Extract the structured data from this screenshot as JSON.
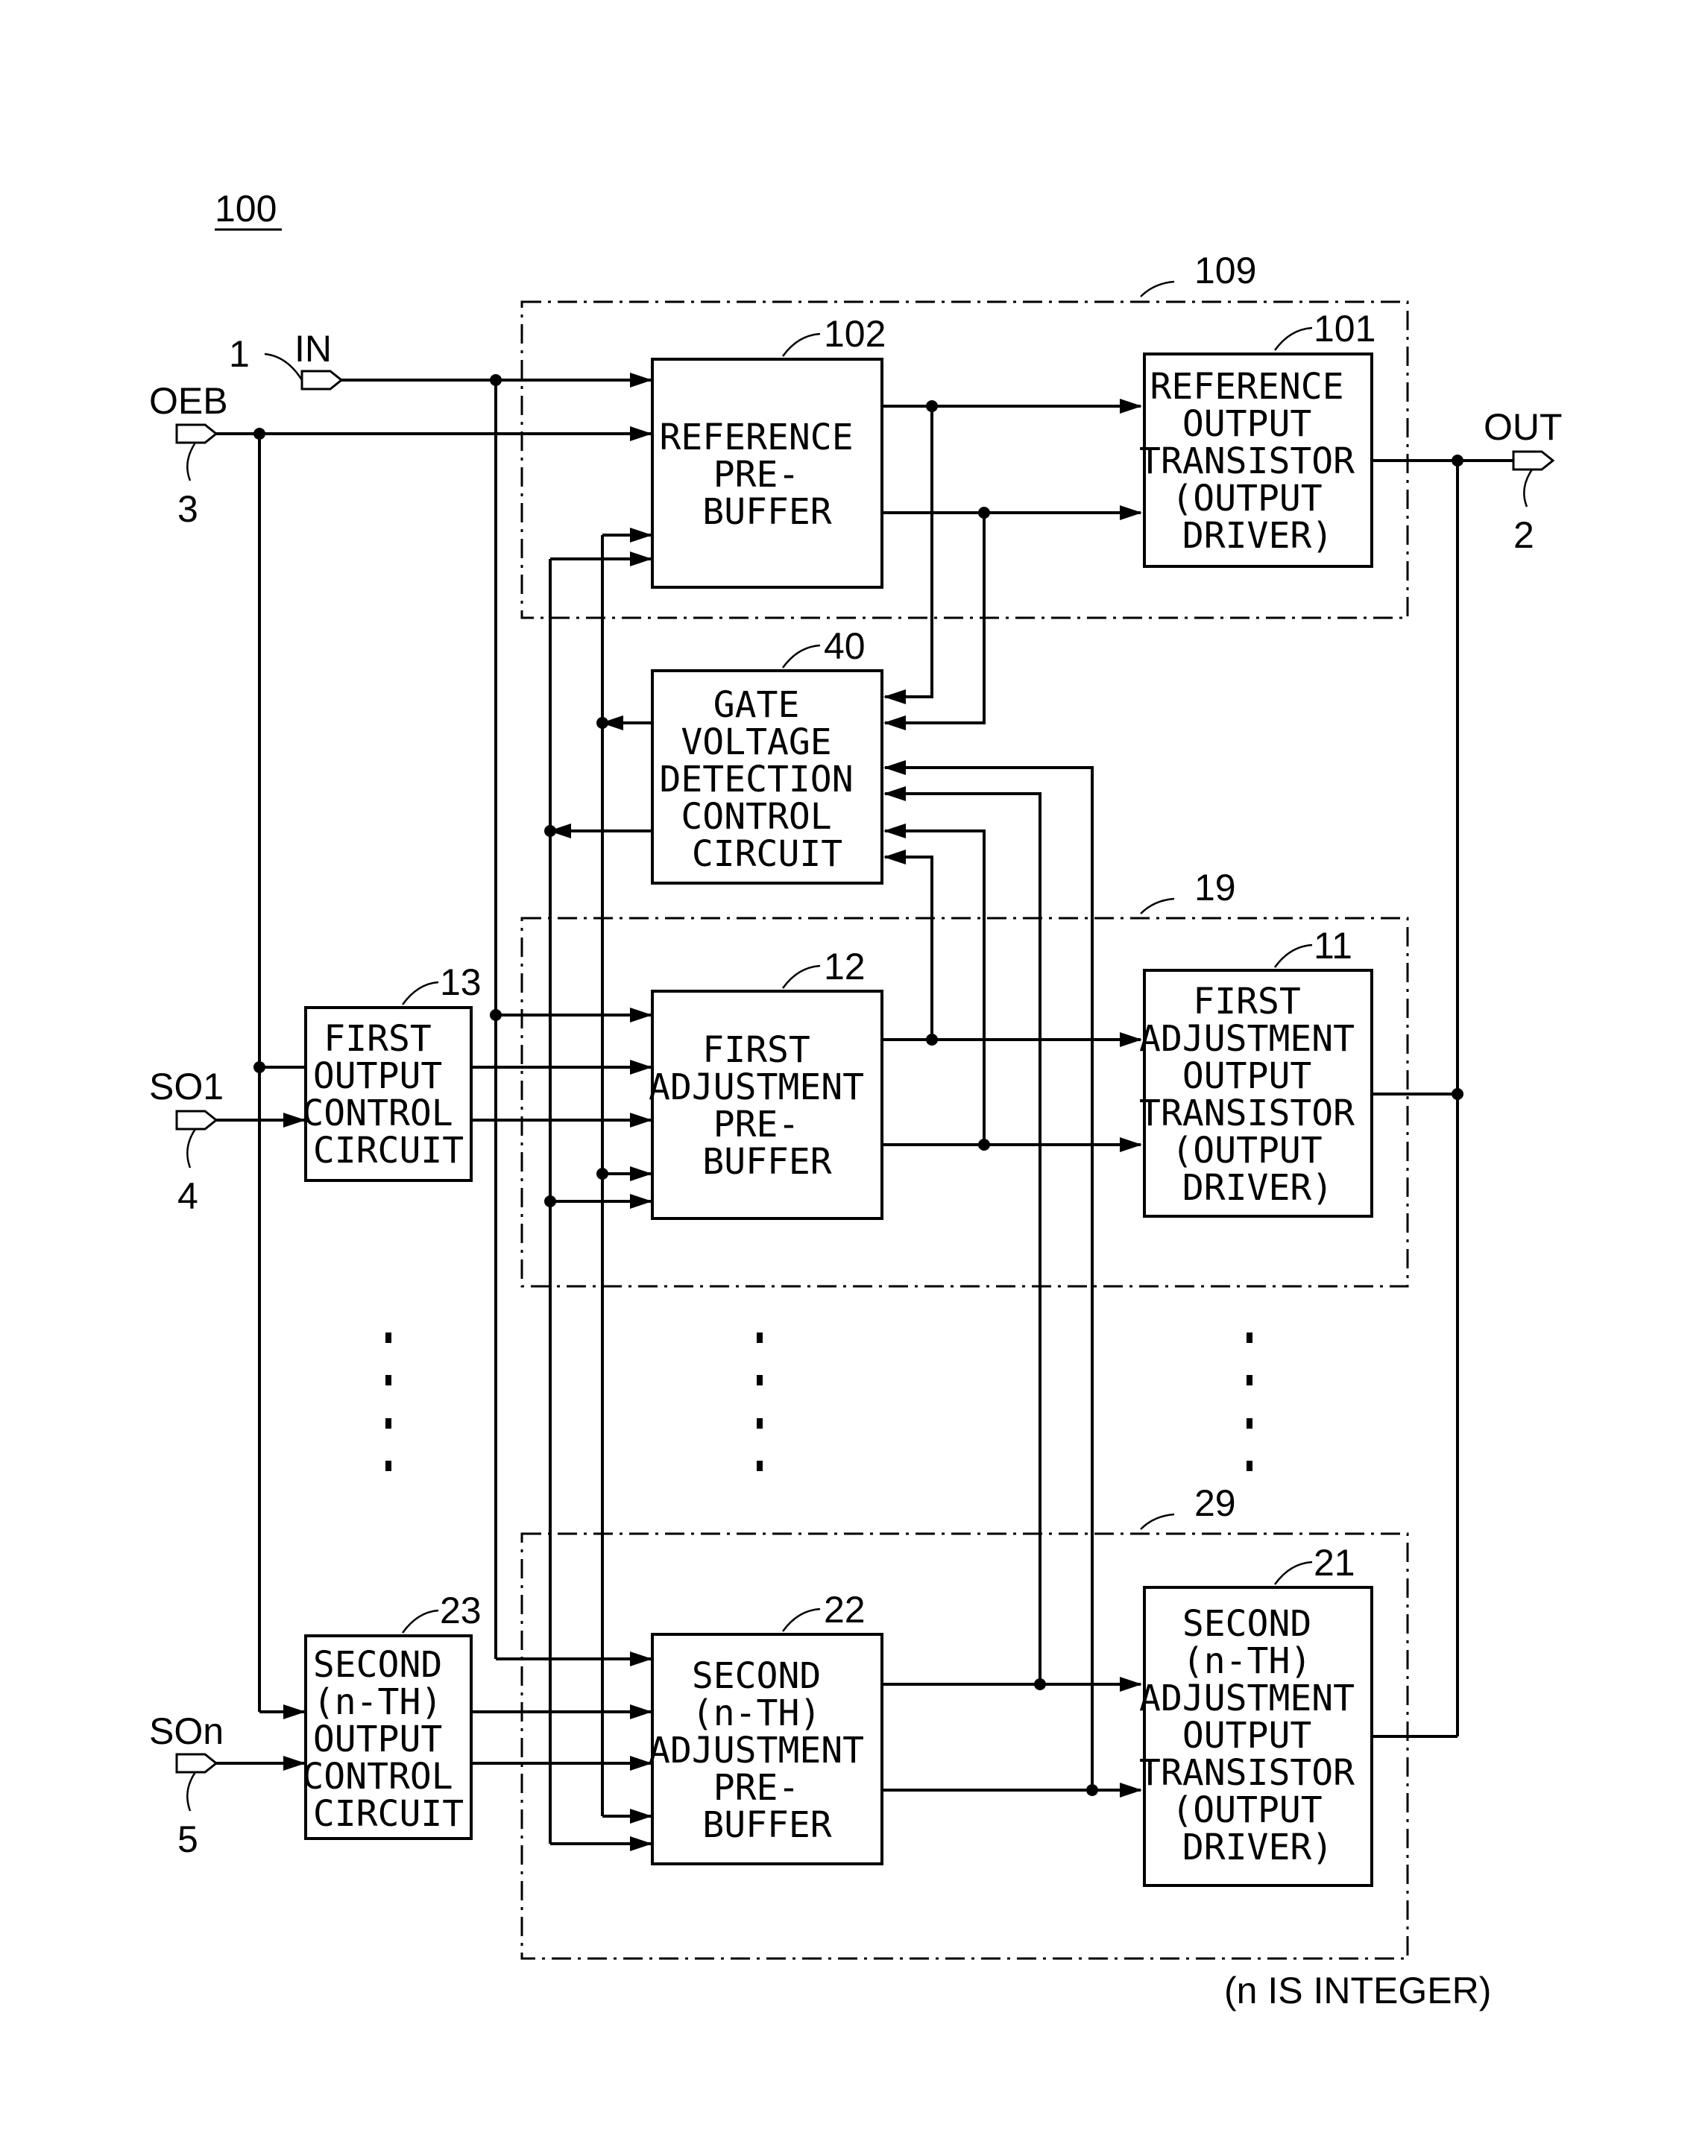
{
  "figure_ref": "100",
  "note": "(n IS INTEGER)",
  "groups": {
    "ref_group": "109",
    "first_group": "19",
    "nth_group": "29"
  },
  "blocks": {
    "ref_output_transistor": {
      "ref": "101",
      "lines": [
        "REFERENCE",
        "OUTPUT",
        "TRANSISTOR",
        "(OUTPUT",
        "DRIVER)"
      ]
    },
    "ref_pre_buffer": {
      "ref": "102",
      "lines": [
        "REFERENCE",
        "PRE-",
        "BUFFER"
      ]
    },
    "gate_voltage_detection": {
      "ref": "40",
      "lines": [
        "GATE",
        "VOLTAGE",
        "DETECTION",
        "CONTROL",
        "CIRCUIT"
      ]
    },
    "first_output_control": {
      "ref": "13",
      "lines": [
        "FIRST",
        "OUTPUT",
        "CONTROL",
        "CIRCUIT"
      ]
    },
    "first_adj_pre_buffer": {
      "ref": "12",
      "lines": [
        "FIRST",
        "ADJUSTMENT",
        "PRE-",
        "BUFFER"
      ]
    },
    "first_adj_output_transistor": {
      "ref": "11",
      "lines": [
        "FIRST",
        "ADJUSTMENT",
        "OUTPUT",
        "TRANSISTOR",
        "(OUTPUT",
        "DRIVER)"
      ]
    },
    "nth_output_control": {
      "ref": "23",
      "lines": [
        "SECOND",
        "(n-TH)",
        "OUTPUT",
        "CONTROL",
        "CIRCUIT"
      ]
    },
    "nth_adj_pre_buffer": {
      "ref": "22",
      "lines": [
        "SECOND",
        "(n-TH)",
        "ADJUSTMENT",
        "PRE-",
        "BUFFER"
      ]
    },
    "nth_adj_output_transistor": {
      "ref": "21",
      "lines": [
        "SECOND",
        "(n-TH)",
        "ADJUSTMENT",
        "OUTPUT",
        "TRANSISTOR",
        "(OUTPUT",
        "DRIVER)"
      ]
    }
  },
  "terminals": {
    "in": {
      "name": "IN",
      "ref": "1"
    },
    "out": {
      "name": "OUT",
      "ref": "2"
    },
    "oeb": {
      "name": "OEB",
      "ref": "3"
    },
    "so1": {
      "name": "SO1",
      "ref": "4"
    },
    "son": {
      "name": "SOn",
      "ref": "5"
    }
  }
}
